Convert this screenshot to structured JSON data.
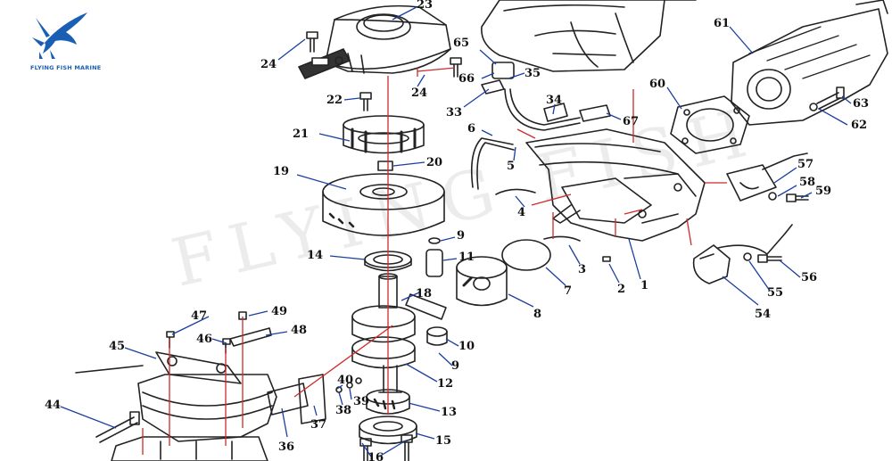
{
  "brand": {
    "name": "FLYING FISH MARINE",
    "watermark": "FLYING FISH"
  },
  "colors": {
    "line": "#222222",
    "leader": "#1a3fa0",
    "axis": "#cc2b2b",
    "logo": "#1a5fb4"
  },
  "callouts": [
    {
      "id": "c23",
      "text": "23"
    },
    {
      "id": "c24a",
      "text": "24"
    },
    {
      "id": "c24b",
      "text": "24"
    },
    {
      "id": "c22",
      "text": "22"
    },
    {
      "id": "c21",
      "text": "21"
    },
    {
      "id": "c20",
      "text": "20"
    },
    {
      "id": "c19",
      "text": "19"
    },
    {
      "id": "c14",
      "text": "14"
    },
    {
      "id": "c9a",
      "text": "9"
    },
    {
      "id": "c11",
      "text": "11"
    },
    {
      "id": "c18",
      "text": "18"
    },
    {
      "id": "c10",
      "text": "10"
    },
    {
      "id": "c9b",
      "text": "9"
    },
    {
      "id": "c12",
      "text": "12"
    },
    {
      "id": "c13",
      "text": "13"
    },
    {
      "id": "c15",
      "text": "15"
    },
    {
      "id": "c16",
      "text": "16"
    },
    {
      "id": "c65",
      "text": "65"
    },
    {
      "id": "c66",
      "text": "66"
    },
    {
      "id": "c35",
      "text": "35"
    },
    {
      "id": "c33",
      "text": "33"
    },
    {
      "id": "c34",
      "text": "34"
    },
    {
      "id": "c67",
      "text": "67"
    },
    {
      "id": "c6",
      "text": "6"
    },
    {
      "id": "c5",
      "text": "5"
    },
    {
      "id": "c4",
      "text": "4"
    },
    {
      "id": "c3",
      "text": "3"
    },
    {
      "id": "c7",
      "text": "7"
    },
    {
      "id": "c8",
      "text": "8"
    },
    {
      "id": "c2",
      "text": "2"
    },
    {
      "id": "c1",
      "text": "1"
    },
    {
      "id": "c60",
      "text": "60"
    },
    {
      "id": "c61",
      "text": "61"
    },
    {
      "id": "c63",
      "text": "63"
    },
    {
      "id": "c62",
      "text": "62"
    },
    {
      "id": "c57",
      "text": "57"
    },
    {
      "id": "c58",
      "text": "58"
    },
    {
      "id": "c59",
      "text": "59"
    },
    {
      "id": "c56",
      "text": "56"
    },
    {
      "id": "c55",
      "text": "55"
    },
    {
      "id": "c54",
      "text": "54"
    },
    {
      "id": "c49",
      "text": "49"
    },
    {
      "id": "c47",
      "text": "47"
    },
    {
      "id": "c48",
      "text": "48"
    },
    {
      "id": "c46",
      "text": "46"
    },
    {
      "id": "c45",
      "text": "45"
    },
    {
      "id": "c44",
      "text": "44"
    },
    {
      "id": "c40",
      "text": "40"
    },
    {
      "id": "c39",
      "text": "39"
    },
    {
      "id": "c38",
      "text": "38"
    },
    {
      "id": "c37",
      "text": "37"
    },
    {
      "id": "c36",
      "text": "36"
    }
  ]
}
